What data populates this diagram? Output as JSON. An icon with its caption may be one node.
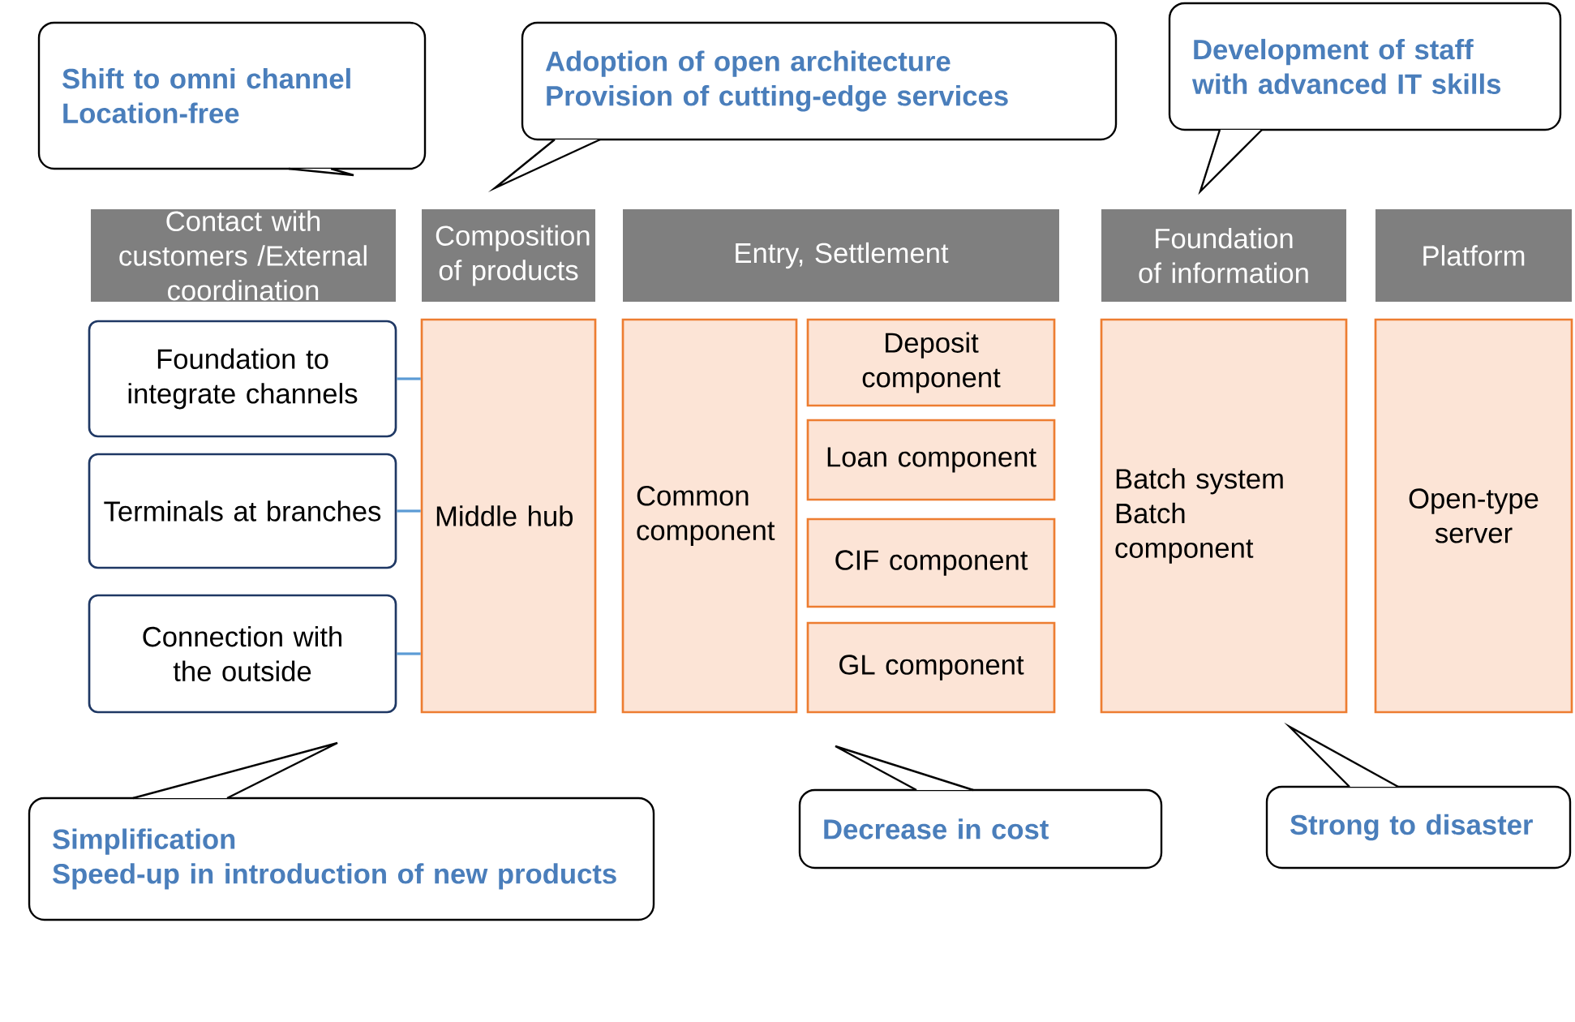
{
  "diagram": {
    "nodes": [
      {
        "text": [
          "Shift to omni channel",
          "Location-free"
        ]
      },
      {
        "text": [
          "Adoption of open architecture",
          "Provision of cutting-edge services"
        ]
      },
      {
        "text": [
          "Development of staff with advanced IT skills"
        ]
      },
      {
        "text": [
          "Contact with customers /External coordination"
        ]
      },
      {
        "text": [
          "Composition of products"
        ]
      },
      {
        "text": [
          "Entry, Settlement"
        ]
      },
      {
        "text": [
          "Foundation of information"
        ]
      },
      {
        "text": [
          "Platform"
        ]
      },
      {
        "text": [
          "Foundation to integrate channels"
        ]
      },
      {
        "text": [
          "Terminals at branches"
        ]
      },
      {
        "text": [
          "Connection with the outside"
        ]
      },
      {
        "text": [
          "Middle hub"
        ]
      },
      {
        "text": [
          "Common component"
        ]
      },
      {
        "text": [
          "Deposit component"
        ]
      },
      {
        "text": [
          "Loan component"
        ]
      },
      {
        "text": [
          "CIF component"
        ]
      },
      {
        "text": [
          "GL component"
        ]
      },
      {
        "text": [
          "Batch system",
          "Batch component"
        ]
      },
      {
        "text": [
          "Open-type server"
        ]
      },
      {
        "text": [
          "Simplification",
          "Speed-up in introduction of new products"
        ]
      },
      {
        "text": [
          "Decrease in cost"
        ]
      },
      {
        "text": [
          "Strong to disaster"
        ]
      }
    ],
    "edges": [
      {
        "from": 8,
        "to": 11,
        "arrow": "none"
      },
      {
        "from": 9,
        "to": 11,
        "arrow": "none"
      },
      {
        "from": 10,
        "to": 11,
        "arrow": "none"
      }
    ]
  }
}
